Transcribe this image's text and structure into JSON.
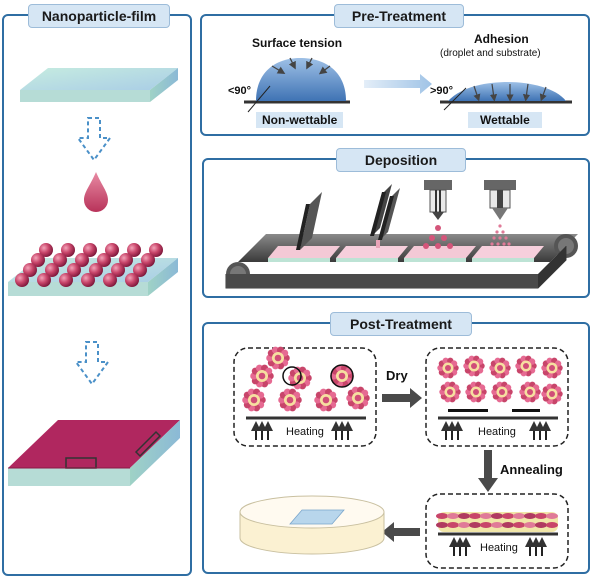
{
  "panels": {
    "nanoparticle_film": {
      "title": "Nanoparticle-film"
    },
    "pre_treatment": {
      "title": "Pre-Treatment",
      "surface_tension": "Surface tension",
      "adhesion": "Adhesion",
      "adhesion_sub": "(droplet and substrate)",
      "angle_left": "<90°",
      "angle_right": ">90°",
      "non_wettable": "Non-wettable",
      "wettable": "Wettable"
    },
    "deposition": {
      "title": "Deposition"
    },
    "post_treatment": {
      "title": "Post-Treatment",
      "dry": "Dry",
      "annealing": "Annealing",
      "heating_1": "Heating",
      "heating_2": "Heating",
      "heating_3": "Heating"
    }
  },
  "colors": {
    "panel_border": "#2f6ea3",
    "title_bg": "#d6e6f4",
    "particle": "#c8456a",
    "film": "#b0275f",
    "substrate": "#bfe3dc"
  }
}
